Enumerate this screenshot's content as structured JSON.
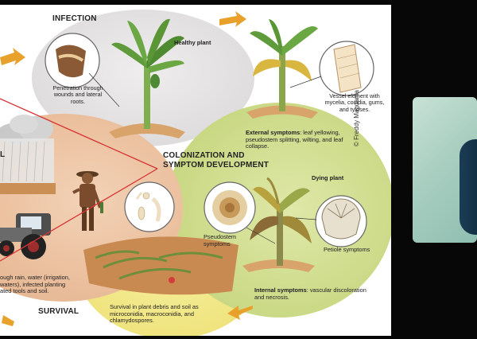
{
  "diagram": {
    "infection": {
      "title": "INFECTION",
      "caption": "Penetration through wounds and lateral roots."
    },
    "healthy_plant": {
      "label": "Healthy plant"
    },
    "vessel": {
      "caption": "Vessel element with mycelia, conidia, gums, and tyloses."
    },
    "external_symptoms": {
      "label": "External symptoms",
      "text": ": leaf yellowing, pseudostem splitting, wilting, and leaf collapse."
    },
    "colonization": {
      "title": "COLONIZATION AND SYMPTOM DEVELOPMENT"
    },
    "dying_plant": {
      "label": "Dying plant"
    },
    "pseudostem": {
      "label": "Pseudostem symptoms"
    },
    "petiole": {
      "label": "Petiole symptoms"
    },
    "internal_symptoms": {
      "label": "Internal symptoms",
      "text": ": vascular discoloration and necrosis."
    },
    "spread": {
      "partial_title": "L",
      "text": "ough rain, water (irrigation, waters), infected planting ated tools and soil."
    },
    "survival": {
      "title": "SURVIVAL",
      "text": "Survival in plant debris and soil as microconidia, macroconidia, and chlamydospores."
    },
    "credit": "© Freddy Magdama"
  },
  "colors": {
    "infection_circle": "#e4e2e2",
    "colonization_circle": "#cfdc8f",
    "survival_circle": "#f3ec8a",
    "spread_circle": "#ecc3a2",
    "soil": "#d9a46b",
    "leaf": "#5f9a3b",
    "yellow_leaf": "#d8b640",
    "arrow": "#e8a22c",
    "pointer": "#d83434"
  }
}
